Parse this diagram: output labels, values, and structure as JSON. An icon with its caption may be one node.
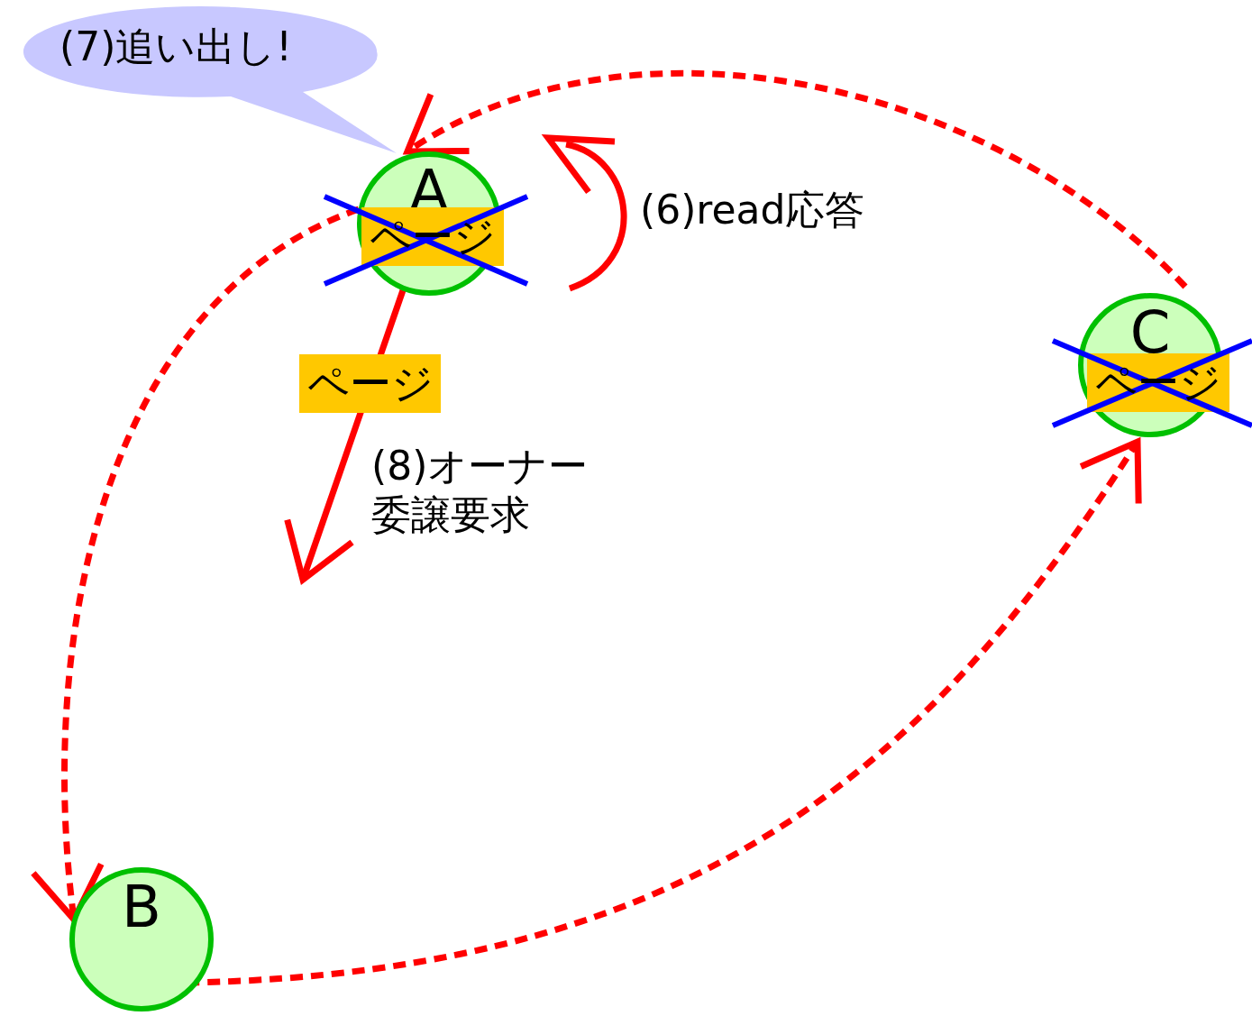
{
  "diagram": {
    "nodes": [
      {
        "text": [
          "A"
        ]
      },
      {
        "text": [
          "ページ"
        ],
        "in": 0
      },
      {
        "text": [
          "C"
        ]
      },
      {
        "text": [
          "ページ"
        ],
        "in": 2
      },
      {
        "text": [
          "B"
        ]
      },
      {
        "text": [
          "(7)追い出し!"
        ]
      },
      {
        "text": [
          "ページ"
        ]
      }
    ],
    "edges": [
      {
        "from": 2,
        "to": 0,
        "arrow": "to",
        "style": "dashed"
      },
      {
        "from": 0,
        "to": 4,
        "arrow": "to",
        "style": "dashed"
      },
      {
        "from": 4,
        "to": 2,
        "arrow": "to",
        "style": "dashed"
      },
      {
        "from": 0,
        "to": null,
        "arrow": "to",
        "label": "(8)オーナー委譲要求"
      }
    ],
    "labels": [
      "(6)read応答"
    ]
  }
}
